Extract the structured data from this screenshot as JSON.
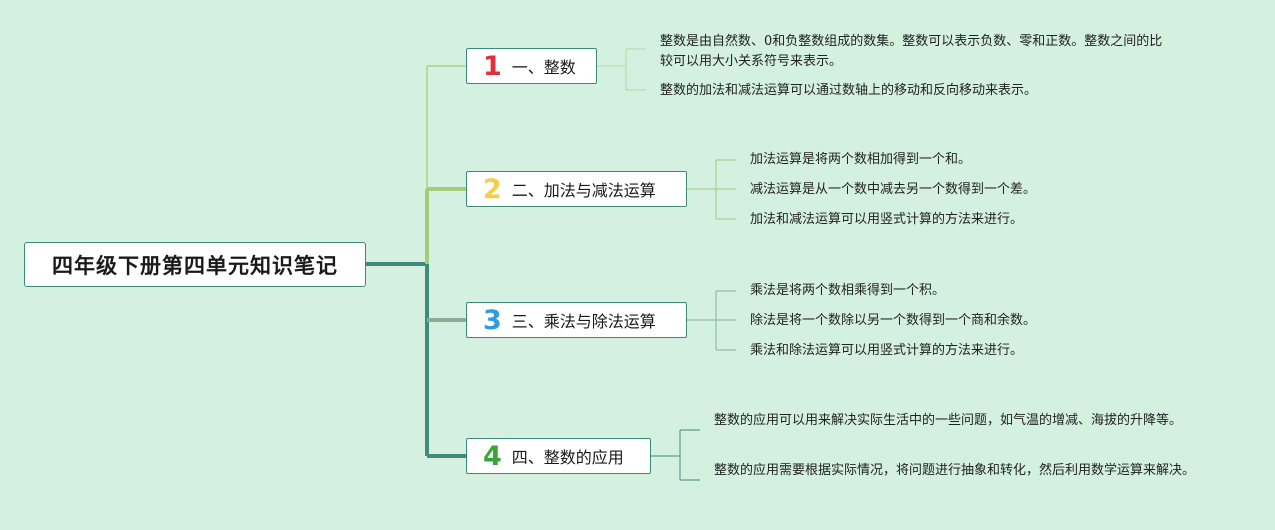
{
  "root": {
    "title": "四年级下册第四单元知识笔记"
  },
  "branches": [
    {
      "number": "1",
      "label": "一、整数",
      "color": "#e0303c",
      "leaves": [
        "整数是由自然数、0和负整数组成的数集。整数可以表示负数、零和正数。整数之间的比较可以用大小关系符号来表示。",
        "整数的加法和减法运算可以通过数轴上的移动和反向移动来表示。"
      ]
    },
    {
      "number": "2",
      "label": "二、加法与减法运算",
      "color": "#f2cf4a",
      "leaves": [
        "加法运算是将两个数相加得到一个和。",
        "减法运算是从一个数中减去另一个数得到一个差。",
        "加法和减法运算可以用竖式计算的方法来进行。"
      ]
    },
    {
      "number": "3",
      "label": "三、乘法与除法运算",
      "color": "#2f9be0",
      "leaves": [
        "乘法是将两个数相乘得到一个积。",
        "除法是将一个数除以另一个数得到一个商和余数。",
        "乘法和除法运算可以用竖式计算的方法来进行。"
      ]
    },
    {
      "number": "4",
      "label": "四、整数的应用",
      "color": "#3aa63a",
      "leaves": [
        "整数的应用可以用来解决实际生活中的一些问题，如气温的增减、海拔的升降等。",
        "整数的应用需要根据实际情况，将问题进行抽象和转化，然后利用数学运算来解决。"
      ]
    }
  ],
  "colors": {
    "trunk": "#3f8c7c",
    "branch1_line": "#b5dc96",
    "branch2_line": "#a5cc7c",
    "branch3_line": "#88b090",
    "branch4_line": "#3f8c7c"
  }
}
